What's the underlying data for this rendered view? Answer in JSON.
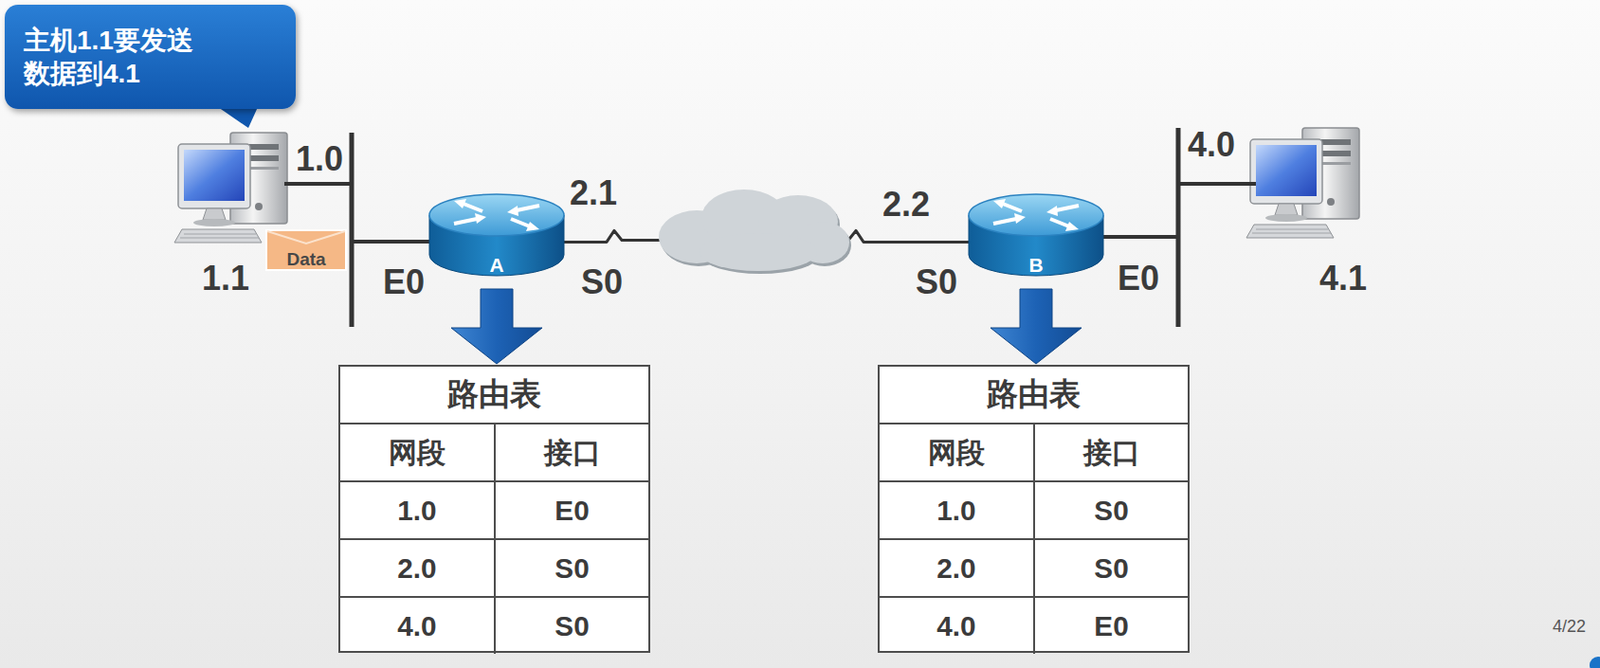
{
  "diagram": {
    "nodes": [
      {
        "text": [
          "主机1.1要发送 数据到4.1"
        ]
      },
      {
        "text": [
          "Data"
        ]
      },
      {
        "text": [
          "A"
        ]
      },
      {
        "text": [
          "B"
        ]
      },
      {
        "text": [
          "路由表"
        ]
      },
      {
        "text": [
          "路由表"
        ]
      }
    ],
    "edges": [
      {
        "from": 2,
        "to": 3,
        "arrow": "none"
      },
      {
        "from": 2,
        "to": 4,
        "arrow": "to"
      },
      {
        "from": 3,
        "to": 5,
        "arrow": "to"
      }
    ],
    "labels": [
      "1.0",
      "1.1",
      "E0",
      "2.1",
      "S0",
      "2.2",
      "S0",
      "E0",
      "4.0",
      "4.1",
      "网段",
      "接口",
      "1.0",
      "E0",
      "2.0",
      "S0",
      "4.0",
      "S0",
      "网段",
      "接口",
      "1.0",
      "S0",
      "2.0",
      "S0",
      "4.0",
      "E0",
      "4/22"
    ]
  }
}
